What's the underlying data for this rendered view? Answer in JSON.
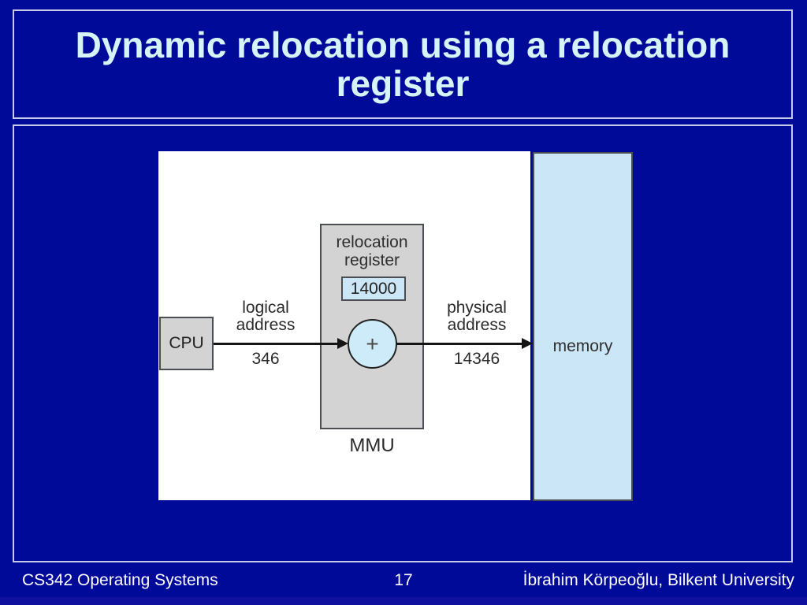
{
  "slide": {
    "title_line1": "Dynamic relocation using a relocation",
    "title_line2": "register"
  },
  "figure": {
    "cpu_label": "CPU",
    "mmu_label": "MMU",
    "memory_label": "memory",
    "relocation_register_line1": "relocation",
    "relocation_register_line2": "register",
    "relocation_register_value": "14000",
    "adder_symbol": "+",
    "logical_address_line1": "logical",
    "logical_address_line2": "address",
    "logical_address_value": "346",
    "physical_address_line1": "physical",
    "physical_address_line2": "address",
    "physical_address_value": "14346"
  },
  "footer": {
    "course": "CS342 Operating Systems",
    "page_number": "17",
    "author": "İbrahim Körpeoğlu, Bilkent University"
  },
  "colors": {
    "background": "#000A99",
    "box_border_light": "#C6C9E8",
    "title_text": "#D6F3F8",
    "figure_background": "#FFFFFF",
    "gray_box_fill": "#D3D3D3",
    "gray_box_border": "#4A4D52",
    "light_blue_fill": "#CBE6F7",
    "diagram_text": "#2B2B2B",
    "arrow": "#151515",
    "footer_text": "#FFFFFF"
  }
}
